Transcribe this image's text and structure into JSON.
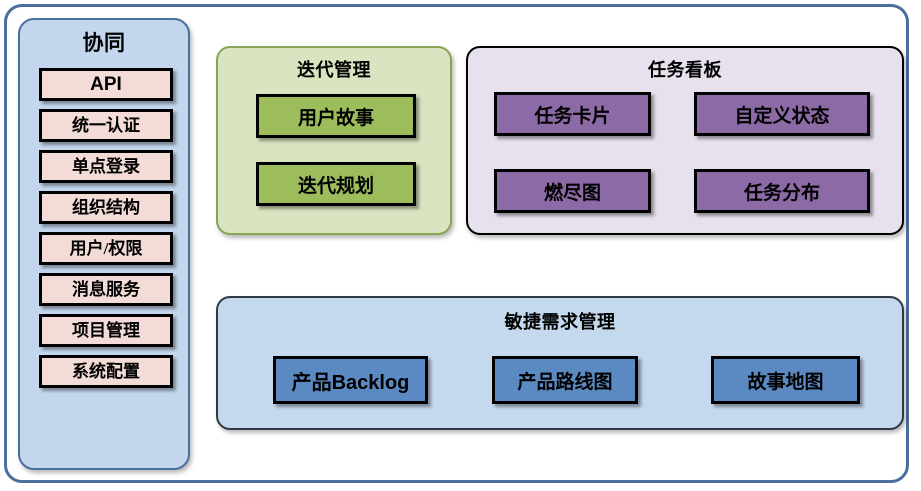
{
  "diagram": {
    "background_color": "#ffffff",
    "frame_border_color": "#4a6f9c"
  },
  "sidebar": {
    "title": "协同",
    "background_color": "#c3d6ee",
    "item_color": "#f3dcd8",
    "items": [
      {
        "label": "API"
      },
      {
        "label": "统一认证"
      },
      {
        "label": "单点登录"
      },
      {
        "label": "组织结构"
      },
      {
        "label": "用户/权限"
      },
      {
        "label": "消息服务"
      },
      {
        "label": "项目管理"
      },
      {
        "label": "系统配置"
      }
    ]
  },
  "iteration": {
    "title": "迭代管理",
    "background_color": "#d9e5c0",
    "item_color": "#9dbc5c",
    "items": [
      {
        "label": "用户故事"
      },
      {
        "label": "迭代规划"
      }
    ]
  },
  "taskboard": {
    "title": "任务看板",
    "background_color": "#e7e0ed",
    "item_color": "#8b6aa6",
    "items": [
      {
        "label": "任务卡片"
      },
      {
        "label": "自定义状态"
      },
      {
        "label": "燃尽图"
      },
      {
        "label": "任务分布"
      }
    ]
  },
  "agile": {
    "title": "敏捷需求管理",
    "background_color": "#c5d9ee",
    "item_color": "#5b89c1",
    "items": [
      {
        "label": "产品Backlog"
      },
      {
        "label": "产品路线图"
      },
      {
        "label": "故事地图"
      }
    ]
  }
}
